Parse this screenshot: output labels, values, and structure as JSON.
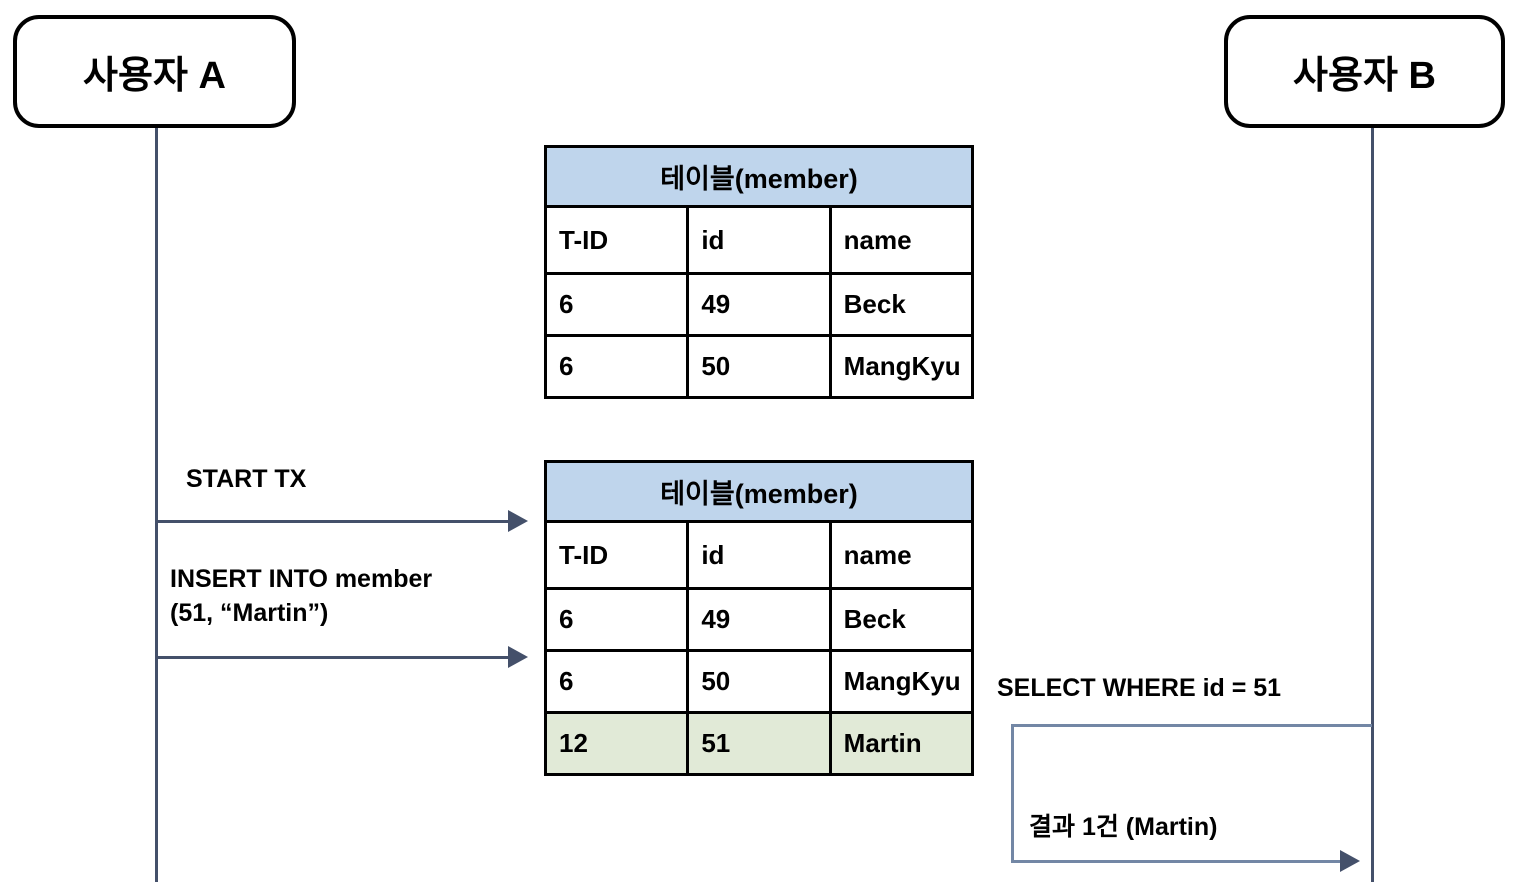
{
  "diagram": {
    "type": "sequence-diagram",
    "actors": [
      {
        "id": "user-a",
        "label": "사용자 A"
      },
      {
        "id": "user-b",
        "label": "사용자 B"
      }
    ],
    "messages": [
      {
        "id": "start-tx",
        "label": "START TX",
        "from": "user-a",
        "to": "table",
        "direction": "right"
      },
      {
        "id": "insert-into",
        "label": "INSERT INTO member\n(51, “Martin”)",
        "from": "user-a",
        "to": "table",
        "direction": "right"
      },
      {
        "id": "select-where",
        "label": "SELECT WHERE id = 51",
        "from": "user-b",
        "to": "table",
        "direction": "left"
      },
      {
        "id": "result",
        "label": "결과 1건 (Martin)",
        "from": "table",
        "to": "user-b",
        "direction": "right"
      }
    ],
    "tables": [
      {
        "id": "member-table-before",
        "title": "테이블(member)",
        "columns": [
          "T-ID",
          "id",
          "name"
        ],
        "rows": [
          {
            "cells": [
              "6",
              "49",
              "Beck"
            ],
            "highlight": false
          },
          {
            "cells": [
              "6",
              "50",
              "MangKyu"
            ],
            "highlight": false
          }
        ]
      },
      {
        "id": "member-table-after",
        "title": "테이블(member)",
        "columns": [
          "T-ID",
          "id",
          "name"
        ],
        "rows": [
          {
            "cells": [
              "6",
              "49",
              "Beck"
            ],
            "highlight": false
          },
          {
            "cells": [
              "6",
              "50",
              "MangKyu"
            ],
            "highlight": false
          },
          {
            "cells": [
              "12",
              "51",
              "Martin"
            ],
            "highlight": true
          }
        ]
      }
    ],
    "colors": {
      "table_header_blue": "#BFD5EC",
      "highlight_green": "#E1EAD7",
      "line_slate": "#44506A",
      "border_black": "#000000"
    }
  }
}
